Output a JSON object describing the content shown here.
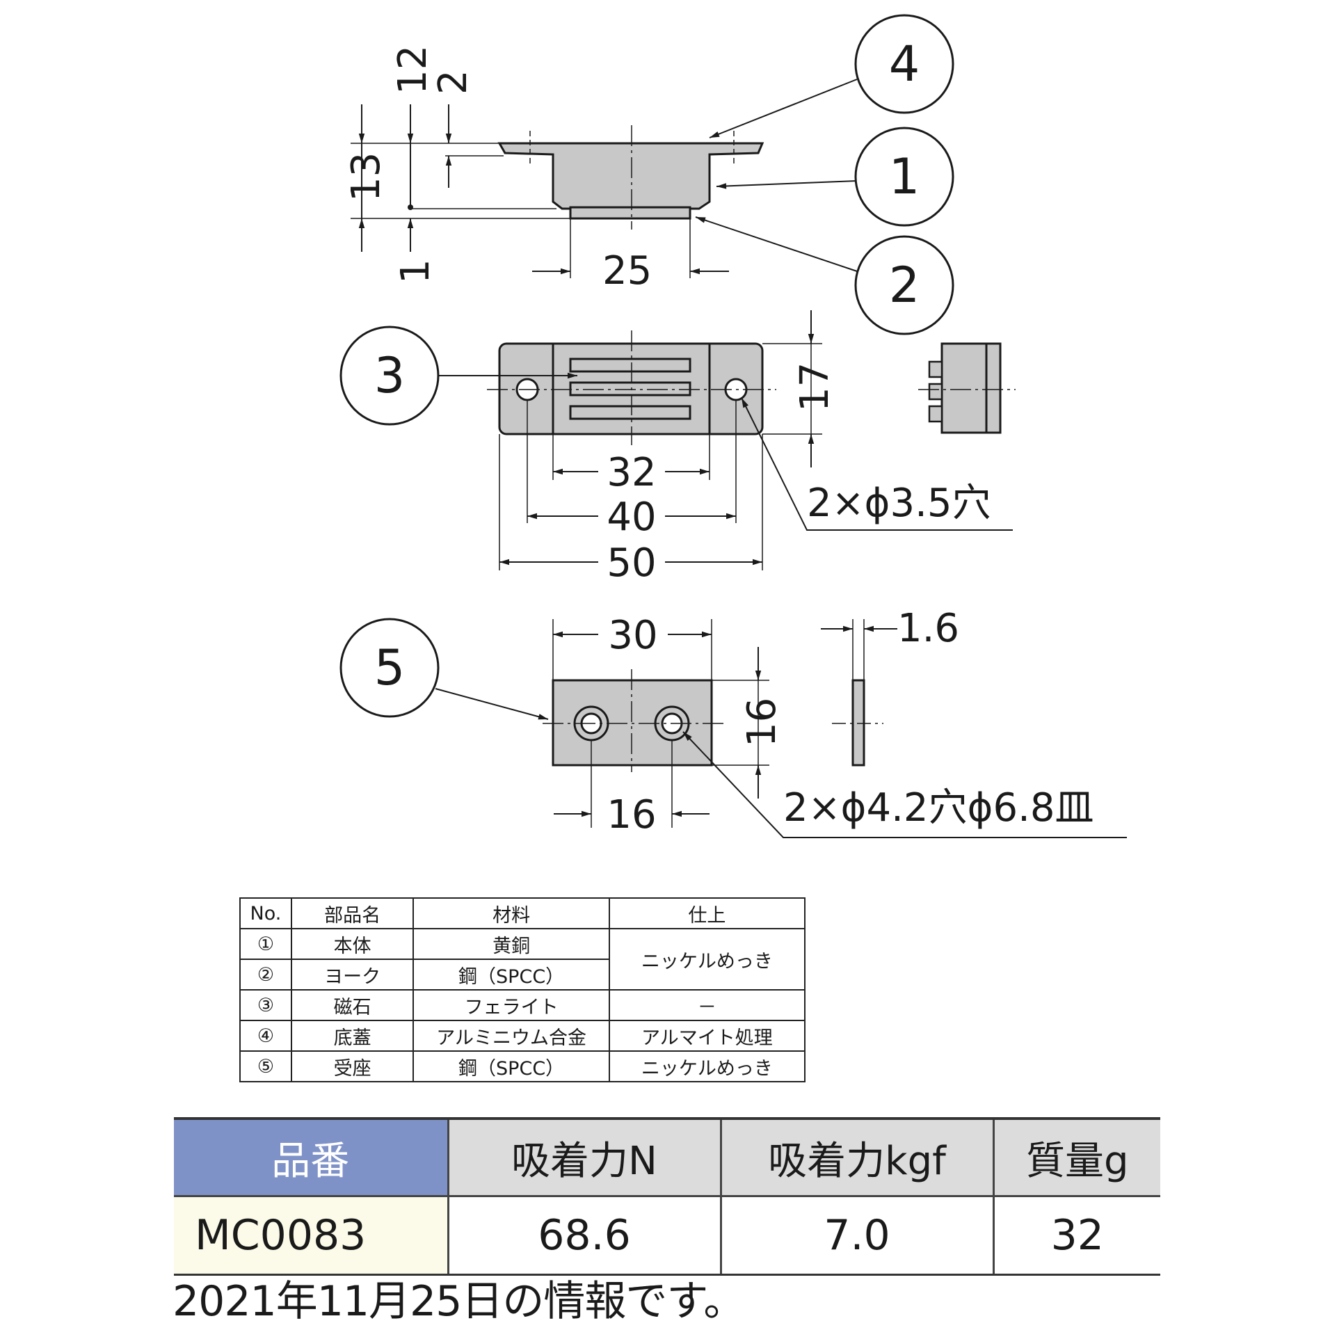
{
  "drawing": {
    "top_view": {
      "dims": {
        "d12": "12",
        "d2": "2",
        "d13": "13",
        "d1": "1",
        "d25": "25"
      },
      "callouts": {
        "c4": "4",
        "c1": "1",
        "c2": "2"
      }
    },
    "front_view": {
      "dims": {
        "d17": "17",
        "d32": "32",
        "d40": "40",
        "d50": "50"
      },
      "hole_note": "2×ϕ3.5穴",
      "callouts": {
        "c3": "3"
      }
    },
    "strike_view": {
      "dims": {
        "d30": "30",
        "d16h": "16",
        "d16w": "16",
        "d1_6": "1.6"
      },
      "hole_note": "2×ϕ4.2穴ϕ6.8皿",
      "callouts": {
        "c5": "5"
      }
    }
  },
  "parts_table": {
    "headers": {
      "no": "No.",
      "name": "部品名",
      "material": "材料",
      "finish": "仕上"
    },
    "rows": [
      {
        "no": "①",
        "name": "本体",
        "material": "黄銅",
        "finish": "ニッケルめっき"
      },
      {
        "no": "②",
        "name": "ヨーク",
        "material": "鋼（SPCC）",
        "finish": ""
      },
      {
        "no": "③",
        "name": "磁石",
        "material": "フェライト",
        "finish": "－"
      },
      {
        "no": "④",
        "name": "底蓋",
        "material": "アルミニウム合金",
        "finish": "アルマイト処理"
      },
      {
        "no": "⑤",
        "name": "受座",
        "material": "鋼（SPCC）",
        "finish": "ニッケルめっき"
      }
    ]
  },
  "spec_table": {
    "headers": {
      "part_no": "品番",
      "force_n": "吸着力N",
      "force_kgf": "吸着力kgf",
      "mass": "質量g"
    },
    "row": {
      "part_no": "MC0083",
      "force_n": "68.6",
      "force_kgf": "7.0",
      "mass": "32"
    }
  },
  "footnote": "2021年11月25日の情報です。",
  "colors": {
    "part_fill": "#c8c8c8",
    "header_blue": "#7f92c8",
    "header_gray": "#dcdcdc",
    "partno_cell": "#fcfbe9"
  }
}
